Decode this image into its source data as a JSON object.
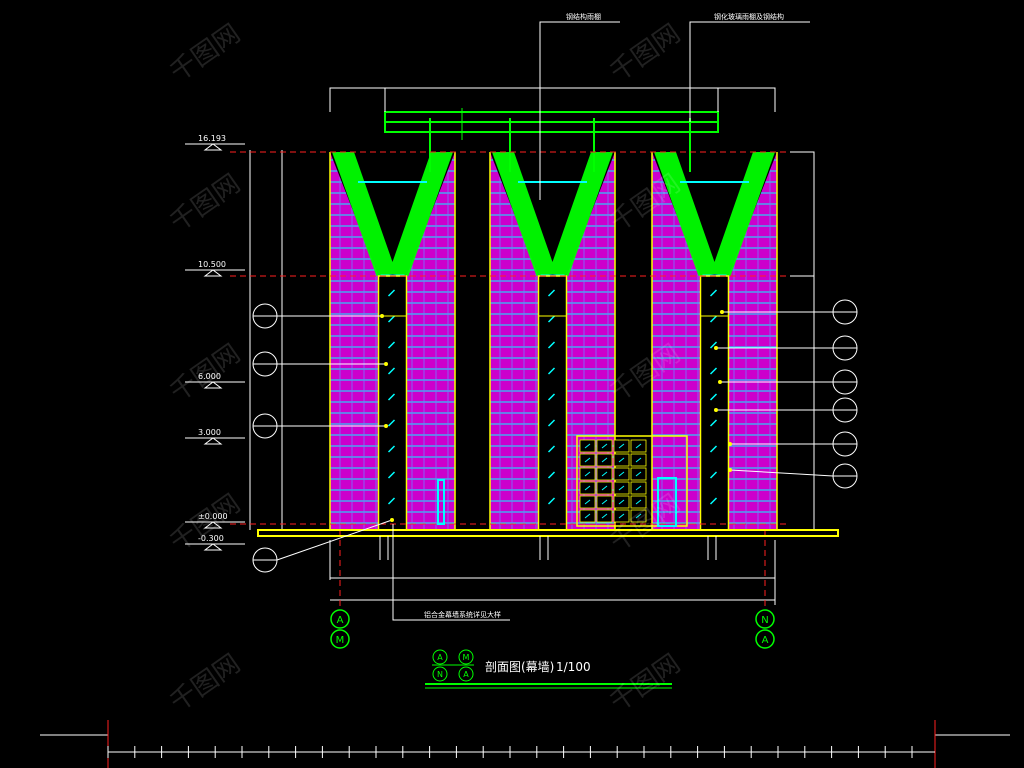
{
  "colors": {
    "background": "#000000",
    "structure": "#00ff00",
    "curtain_fill": "#cc00cc",
    "glazing": "#00ffff",
    "frame": "#ffff00",
    "dimension": "#ffffff",
    "axis_line": "#ff2020"
  },
  "drawing": {
    "title": "剖面图(幕墙)",
    "scale": "1/100"
  },
  "level_marks": [
    "16.193",
    "10.500",
    "6.000",
    "3.000",
    "±0.000",
    "-0.300"
  ],
  "axis_labels": {
    "left_top": "A",
    "left_bottom": "M",
    "right_top": "N",
    "right_bottom": "A",
    "legend": [
      "A",
      "M",
      "N",
      "A"
    ]
  },
  "callouts": {
    "top_left": "钢结构雨棚",
    "top_right": "钢化玻璃雨棚及钢结构",
    "bottom": "铝合金幕墙系统详见大样"
  },
  "watermark": "千图网"
}
